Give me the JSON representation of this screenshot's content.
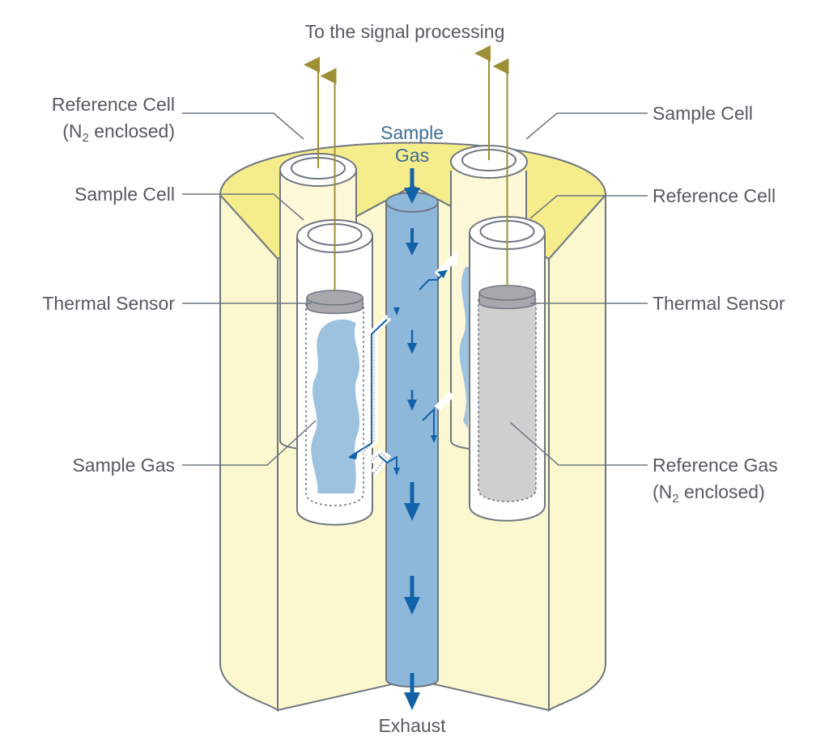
{
  "title": "To the signal processing",
  "exhaust": "Exhaust",
  "sample_gas_inlet": {
    "line1": "Sample",
    "line2": "Gas"
  },
  "left_labels": {
    "reference_cell": {
      "line1": "Reference Cell",
      "line2_open": "(N",
      "line2_sub": "2",
      "line2_rest": " enclosed)"
    },
    "sample_cell": "Sample Cell",
    "thermal_sensor": "Thermal Sensor",
    "sample_gas": "Sample Gas"
  },
  "right_labels": {
    "sample_cell": "Sample Cell",
    "reference_cell": "Reference Cell",
    "thermal_sensor": "Thermal Sensor",
    "reference_gas": {
      "line1": "Reference Gas",
      "line2_open": "(N",
      "line2_sub": "2",
      "line2_rest": " enclosed)"
    }
  },
  "colors": {
    "body_fill": "#fbf7cf",
    "top_face": "#f5ec8c",
    "outline": "#6f7680",
    "gas_pipe": "#8db8da",
    "arrow": "#1162a8",
    "signal_line": "#9e8f36",
    "sensor": "#a7a7ad",
    "reference_gas": "#cfcfcf",
    "sample_gas_cloud": "#9cc2e0"
  }
}
